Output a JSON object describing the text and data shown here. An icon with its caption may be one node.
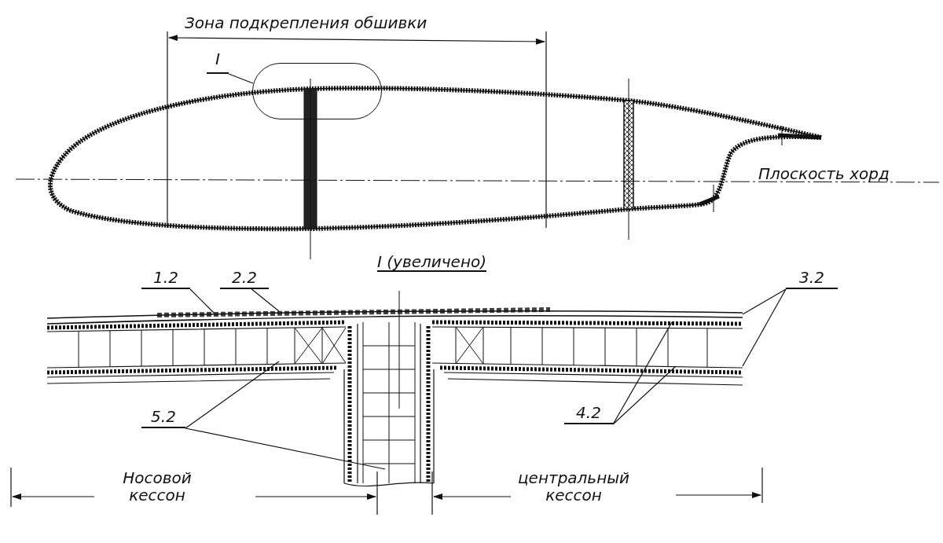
{
  "diagram": {
    "nodes": [
      {
        "text": [
          "I"
        ]
      },
      {
        "text": [],
        "shape": "box"
      },
      {
        "text": [
          "1.2"
        ]
      },
      {
        "text": [
          "2.2"
        ]
      },
      {
        "text": [
          "3.2"
        ]
      },
      {
        "text": [
          "4.2"
        ]
      },
      {
        "text": [
          "5.2"
        ]
      }
    ],
    "edges": [
      {
        "from": 0,
        "to": 1,
        "arrow": "none"
      },
      {
        "from": 2,
        "to": null,
        "arrow": "none"
      },
      {
        "from": 3,
        "to": null,
        "arrow": "none"
      },
      {
        "from": 4,
        "to": null,
        "arrow": "none"
      },
      {
        "from": 4,
        "to": null,
        "arrow": "none"
      },
      {
        "from": 5,
        "to": null,
        "arrow": "none"
      },
      {
        "from": 5,
        "to": null,
        "arrow": "none"
      },
      {
        "from": 6,
        "to": null,
        "arrow": "none"
      },
      {
        "from": 6,
        "to": null,
        "arrow": "none"
      }
    ],
    "labels": [
      "Зона подкрепления обшивки",
      "Плоскость хорд",
      "I (увеличено)",
      "Носовой кессон",
      "центральный кессон"
    ]
  }
}
